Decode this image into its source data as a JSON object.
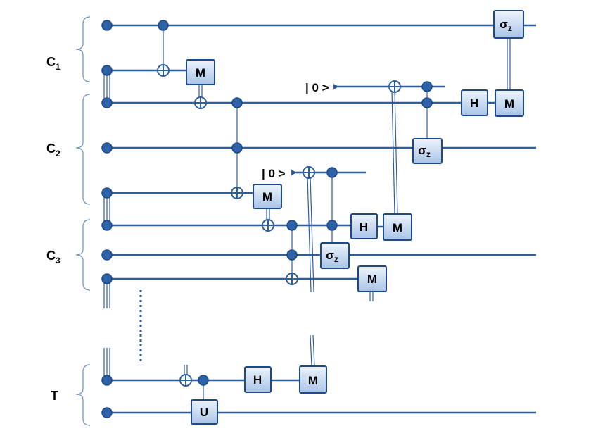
{
  "registers": [
    {
      "id": "c1",
      "label_main": "C",
      "label_sub": "1"
    },
    {
      "id": "c2",
      "label_main": "C",
      "label_sub": "2"
    },
    {
      "id": "c3",
      "label_main": "C",
      "label_sub": "3"
    },
    {
      "id": "t",
      "label_main": "T",
      "label_sub": ""
    }
  ],
  "ancillas": [
    {
      "id": "anc1",
      "label": "| 0 >"
    },
    {
      "id": "anc2",
      "label": "| 0 >"
    }
  ],
  "gates": {
    "measure": "M",
    "hadamard": "H",
    "unitary": "U",
    "sigma_main": "σ",
    "sigma_sub": "z"
  },
  "colors": {
    "wire": "#2e5e9e",
    "gate_fill_top": "#eef4fb",
    "gate_fill_bottom": "#a9c4e8",
    "dot": "#2e62a8"
  }
}
